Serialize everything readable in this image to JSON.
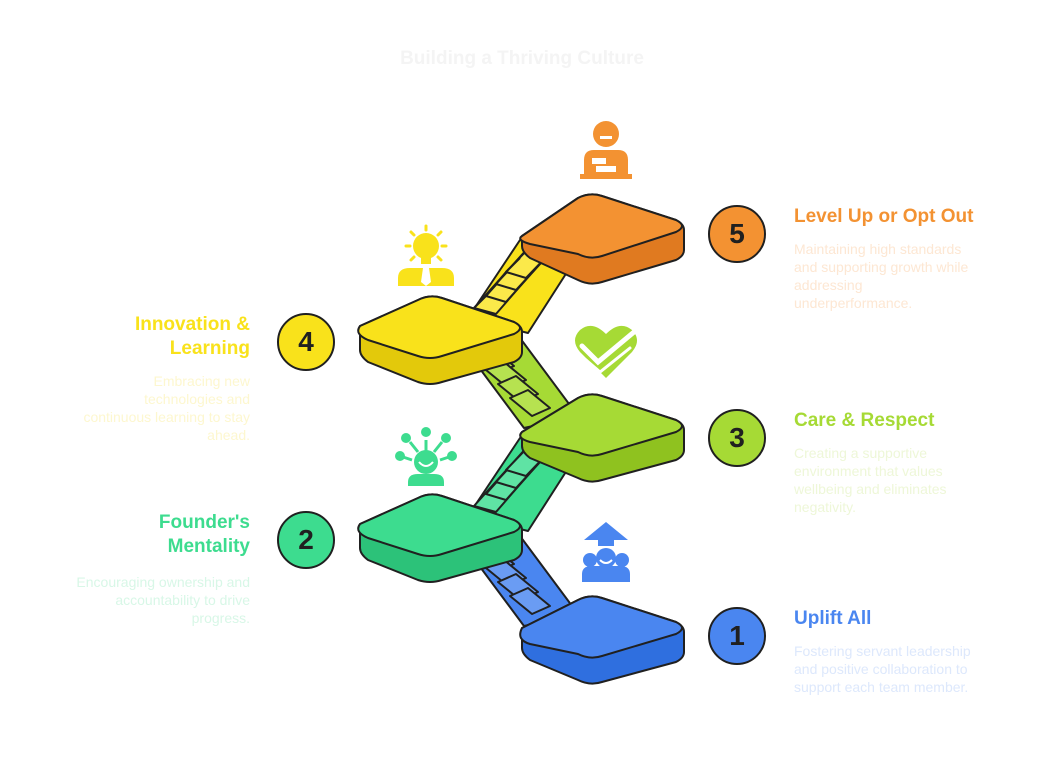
{
  "title": "Building a Thriving Culture",
  "colors": {
    "uplift": "#4a86f0",
    "founder": "#3ddc8f",
    "care": "#a6da35",
    "innovation": "#f9e21b",
    "levelup": "#f39232",
    "outline": "#202020"
  },
  "steps": [
    {
      "number": "1",
      "title": "Uplift All",
      "description": "Fostering servant leadership and positive collaboration to support each team member.",
      "icon": "teacher-group-icon"
    },
    {
      "number": "2",
      "title": "Founder's Mentality",
      "description": "Encouraging ownership and accountability to drive progress.",
      "icon": "network-person-icon"
    },
    {
      "number": "3",
      "title": "Care & Respect",
      "description": "Creating a supportive environment that values wellbeing and eliminates negativity.",
      "icon": "heart-check-icon"
    },
    {
      "number": "4",
      "title": "Innovation & Learning",
      "description": "Embracing new technologies and continuous learning to stay ahead.",
      "icon": "lightbulb-person-icon"
    },
    {
      "number": "5",
      "title": "Level Up or Opt Out",
      "description": "Maintaining high standards and supporting growth while addressing underperformance.",
      "icon": "person-desk-icon"
    }
  ]
}
